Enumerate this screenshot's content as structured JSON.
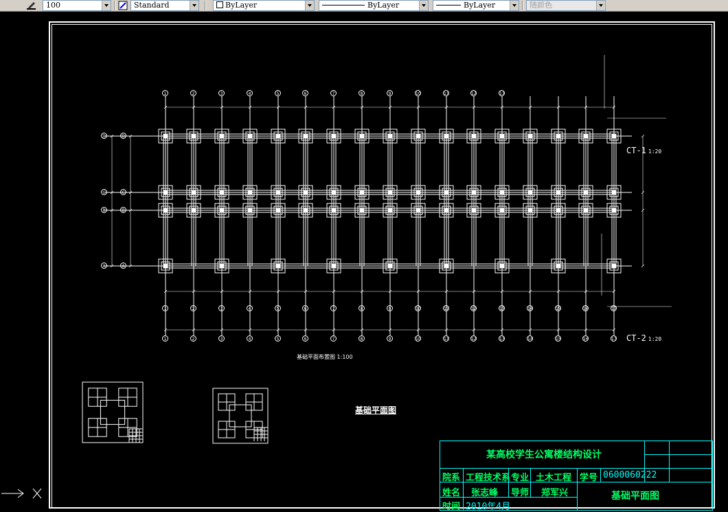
{
  "toolbar": {
    "lineweight_value": "100",
    "textstyle_value": "Standard",
    "color_value": "ByLayer",
    "linetype_value": "ByLayer",
    "lineweight2_value": "ByLayer",
    "plotstyle_value": "随颜色"
  },
  "drawing": {
    "axis_top": [
      "1",
      "2",
      "3",
      "4",
      "5",
      "6",
      "7",
      "8",
      "9",
      "10",
      "11",
      "12",
      "13"
    ],
    "axis_bottom": [
      "1",
      "2",
      "3",
      "4",
      "5",
      "6",
      "7",
      "8",
      "9",
      "10",
      "11",
      "12",
      "13",
      "14",
      "15",
      "16",
      "17"
    ],
    "axis_left": [
      "D",
      "C",
      "B",
      "A"
    ],
    "plan_title": "基础平面图",
    "plan_subtitle": "基础平面布置图 1:100",
    "ct1_label": "CT-1",
    "ct1_scale": "1:20",
    "ct2_label": "CT-2",
    "ct2_scale": "1:20"
  },
  "title_block": {
    "project": "某高校学生公寓楼结构设计",
    "dept_label": "院系",
    "dept_value": "工程技术系",
    "major_label": "专业",
    "major_value": "土木工程",
    "id_label": "学号",
    "id_value": "0600060222",
    "name_label": "姓名",
    "name_value": "张志峰",
    "advisor_label": "导师",
    "advisor_value": "郑军兴",
    "drawing_name": "基础平面图",
    "time_label": "时间",
    "time_value": "2010年4月"
  }
}
